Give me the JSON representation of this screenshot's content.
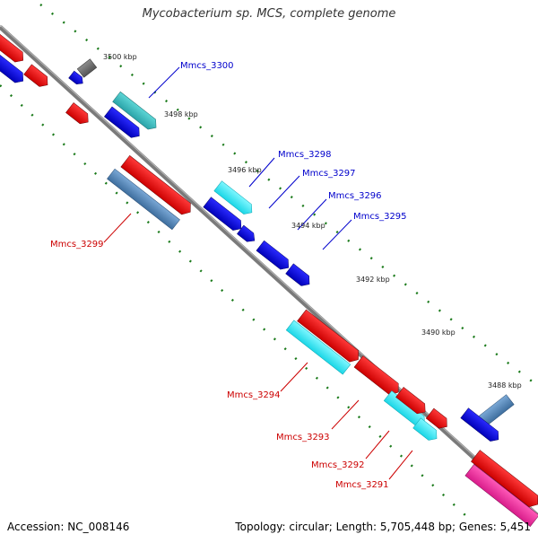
{
  "title": "Mycobacterium sp. MCS, complete genome",
  "footer": {
    "accession": "Accession: NC_008146",
    "summary": "Topology: circular; Length: 5,705,448 bp; Genes: 5,451"
  },
  "colors": {
    "backbone": "#7a7a7a",
    "tick": "#1a7a1a",
    "label_forward": "#0000cc",
    "label_reverse": "#cc0000"
  },
  "ticks": [
    "3500 kbp",
    "3498 kbp",
    "3496 kbp",
    "3494 kbp",
    "3492 kbp",
    "3490 kbp",
    "3488 kbp"
  ],
  "gene_labels_forward": [
    "Mmcs_3300",
    "Mmcs_3298",
    "Mmcs_3297",
    "Mmcs_3296",
    "Mmcs_3295"
  ],
  "gene_labels_reverse": [
    "Mmcs_3299",
    "Mmcs_3294",
    "Mmcs_3293",
    "Mmcs_3292",
    "Mmcs_3291"
  ]
}
